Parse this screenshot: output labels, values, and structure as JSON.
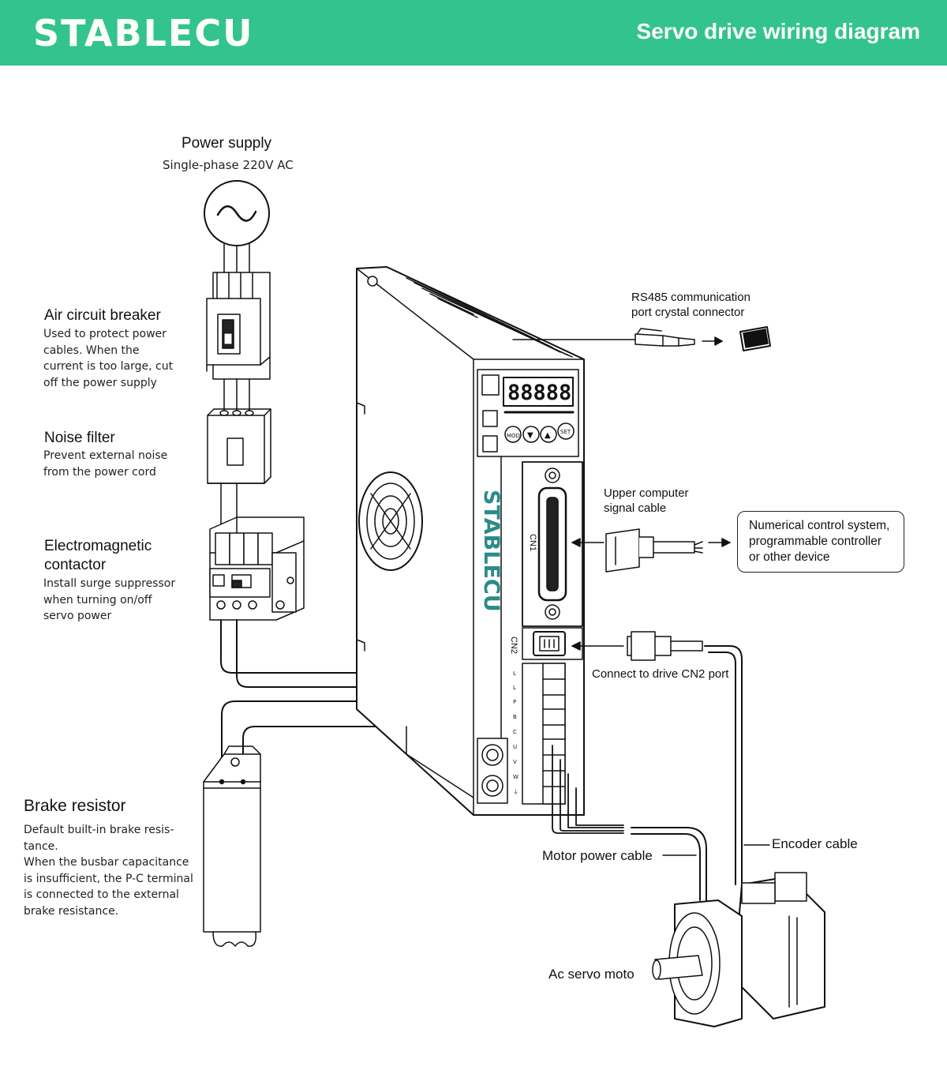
{
  "header": {
    "logo": "STABLECU",
    "title": "Servo drive wiring diagram"
  },
  "power_supply": {
    "title": "Power supply",
    "subtitle": "Single-phase 220V AC"
  },
  "air_breaker": {
    "title": "Air circuit breaker",
    "desc": "Used to protect power\ncables. When the\ncurrent is too large, cut\noff the power supply"
  },
  "noise_filter": {
    "title": "Noise filter",
    "desc": "Prevent external noise\nfrom the power cord"
  },
  "contactor": {
    "title": "Electromagnetic\ncontactor",
    "desc": "Install surge suppressor\nwhen turning on/off\nservo power"
  },
  "brake_resistor": {
    "title": "Brake resistor",
    "desc": "Default built-in brake resis-\ntance.\nWhen the busbar capacitance\nis insufficient, the P-C terminal\nis connected to the external\nbrake resistance."
  },
  "rs485": {
    "label": "RS485 communication\nport crystal connector"
  },
  "upper_computer": {
    "label": "Upper computer\nsignal cable"
  },
  "nc_system": {
    "label": "Numerical control system,\nprogrammable controller\nor other device"
  },
  "cn2_port": {
    "label": "Connect to drive CN2 port"
  },
  "encoder_cable": {
    "label": "Encoder cable"
  },
  "motor_power_cable": {
    "label": "Motor power cable"
  },
  "servo_motor": {
    "label": "Ac servo moto"
  },
  "drive": {
    "display": "88888",
    "brand": "STABLECU",
    "cn1": "CN1",
    "cn2": "CN2",
    "buttons": [
      "MOD",
      "▼",
      "▲",
      "SET"
    ],
    "terminals": [
      "L",
      "L",
      "P",
      "B",
      "C",
      "U",
      "V",
      "W",
      "⏚"
    ]
  },
  "colors": {
    "header_bg": "#33c38f",
    "brand_teal": "#2b8b88"
  }
}
